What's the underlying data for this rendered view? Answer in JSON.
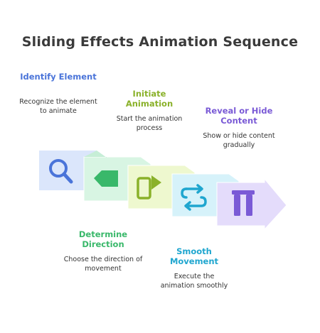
{
  "title": "Sliding Effects Animation Sequence",
  "steps": [
    {
      "label": "Identify Element",
      "description": "Recognize the element to animate",
      "color": "#4a74d9",
      "fill": "#dbe6fb",
      "icon": "magnifier-icon"
    },
    {
      "label": "Determine Direction",
      "description": "Choose the direction of movement",
      "color": "#39b86a",
      "fill": "#d8f5e3",
      "icon": "arrow-left-tag-icon"
    },
    {
      "label": "Initiate Animation",
      "description": "Start the animation process",
      "color": "#8ab12a",
      "fill": "#eef8cf",
      "icon": "phone-play-icon"
    },
    {
      "label": "Smooth Movement",
      "description": "Execute the animation smoothly",
      "color": "#1fa6cf",
      "fill": "#d6f2fa",
      "icon": "swap-arrows-icon"
    },
    {
      "label": "Reveal or Hide Content",
      "description": "Show or hide content gradually",
      "color": "#7a5ad6",
      "fill": "#e4dcfb",
      "icon": "curtain-icon"
    }
  ]
}
